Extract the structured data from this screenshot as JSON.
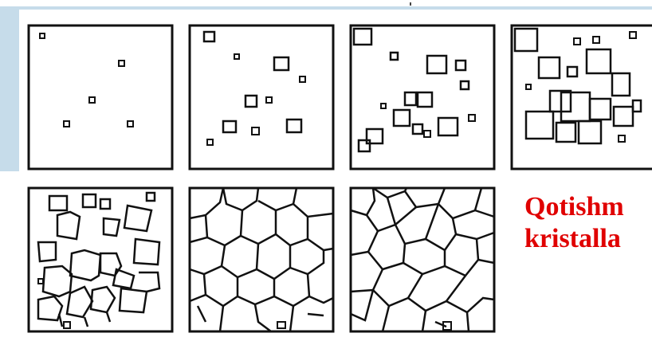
{
  "caption": {
    "line1": "Qotishm",
    "line2": "kristalla"
  },
  "colors": {
    "background_band": "#c6dcea",
    "caption_text": "#e00000",
    "line": "#111111"
  },
  "panels": [
    {
      "stage": 1,
      "row": 1
    },
    {
      "stage": 2,
      "row": 1
    },
    {
      "stage": 3,
      "row": 1
    },
    {
      "stage": 4,
      "row": 1
    },
    {
      "stage": 5,
      "row": 2
    },
    {
      "stage": 6,
      "row": 2
    },
    {
      "stage": 7,
      "row": 2
    }
  ]
}
